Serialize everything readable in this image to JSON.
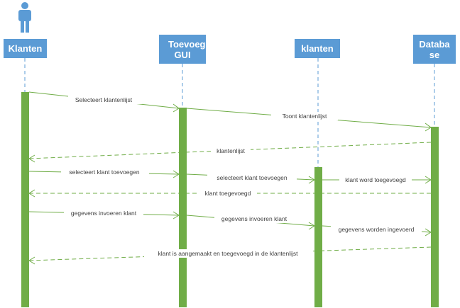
{
  "participants": [
    {
      "id": "klanten_actor",
      "label": "Klanten"
    },
    {
      "id": "gui",
      "label": "Toevoeg GUI"
    },
    {
      "id": "klanten",
      "label": "klanten"
    },
    {
      "id": "database",
      "label": "Database"
    }
  ],
  "messages": [
    {
      "from": "klanten_actor",
      "to": "gui",
      "label": "Selecteert klantenlijst",
      "style": "solid"
    },
    {
      "from": "gui",
      "to": "database",
      "label": "Toont klantenlijst",
      "style": "solid"
    },
    {
      "from": "database",
      "to": "klanten_actor",
      "label": "klantenlijst",
      "style": "dashed"
    },
    {
      "from": "klanten_actor",
      "to": "gui",
      "label": "selecteert klant toevoegen",
      "style": "solid"
    },
    {
      "from": "gui",
      "to": "klanten",
      "label": "selecteert klant  toevoegen",
      "style": "solid"
    },
    {
      "from": "klanten",
      "to": "database",
      "label": "klant word toegevoegd",
      "style": "solid"
    },
    {
      "from": "database",
      "to": "klanten_actor",
      "label": "klant toegevoegd",
      "style": "dashed"
    },
    {
      "from": "klanten_actor",
      "to": "gui",
      "label": "gegevens invoeren klant",
      "style": "solid"
    },
    {
      "from": "gui",
      "to": "klanten",
      "label": "gegevens invoeren klant",
      "style": "solid"
    },
    {
      "from": "klanten",
      "to": "database",
      "label": "gegevens worden ingevoerd",
      "style": "solid"
    },
    {
      "from": "database",
      "to": "klanten_actor",
      "label": "klant is aangemaakt en toegevoegd in de klantenlijst",
      "style": "dashed"
    }
  ],
  "colors": {
    "header": "#5b9bd5",
    "activation": "#70ad47",
    "lifeline": "#5b9bd5",
    "arrow": "#70ad47",
    "text": "#404040"
  },
  "icons": {
    "actor": "person-icon"
  }
}
